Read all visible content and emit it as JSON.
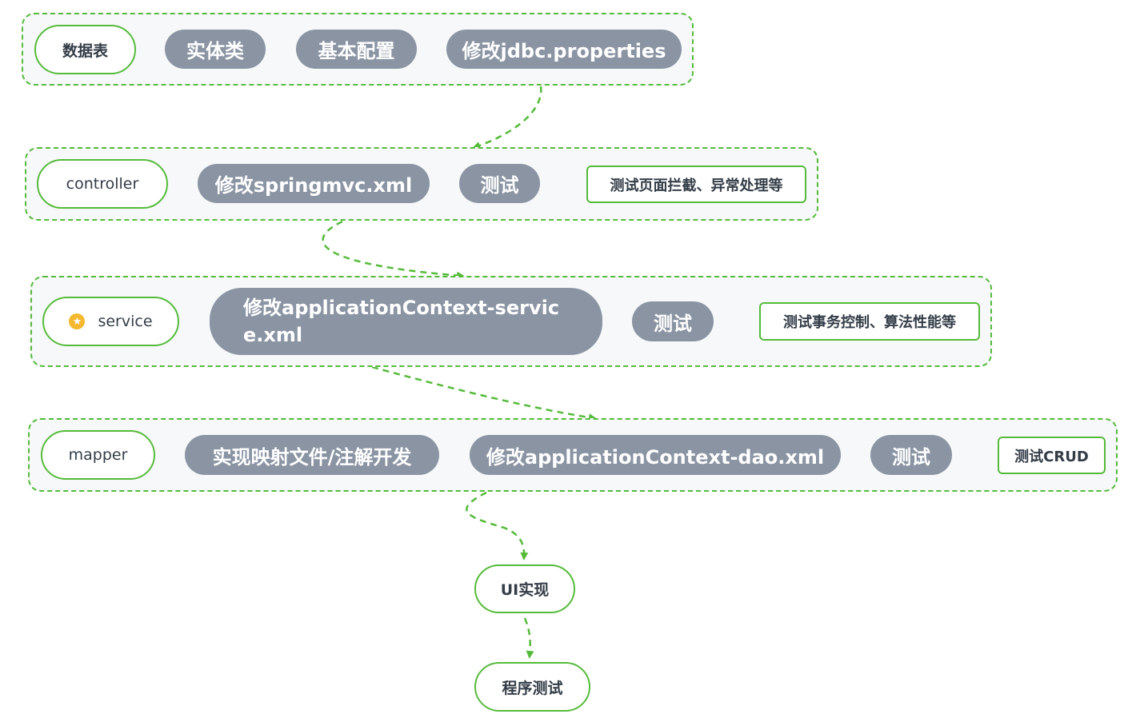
{
  "colors": {
    "accent_green": "#55bb3a",
    "step_fill": "#8a94a3",
    "group_fill": "#f6f8f9",
    "text_dark": "#333d47",
    "star_orange": "#f5b82e"
  },
  "rows": {
    "row1": {
      "root": "数据表",
      "steps": [
        "实体类",
        "基本配置",
        "修改jdbc.properties"
      ]
    },
    "row2": {
      "root": "controller",
      "steps": [
        "修改springmvc.xml",
        "测试"
      ],
      "note": "测试页面拦截、异常处理等"
    },
    "row3": {
      "root_icon": "star-icon",
      "root": "service",
      "steps": [
        "修改applicationContext-service.xml",
        "测试"
      ],
      "note": "测试事务控制、算法性能等"
    },
    "row4": {
      "root": "mapper",
      "steps": [
        "实现映射文件/注解开发",
        "修改applicationContext-dao.xml",
        "测试"
      ],
      "note": "测试CRUD"
    }
  },
  "flow": {
    "ui": "UI实现",
    "test": "程序测试"
  }
}
